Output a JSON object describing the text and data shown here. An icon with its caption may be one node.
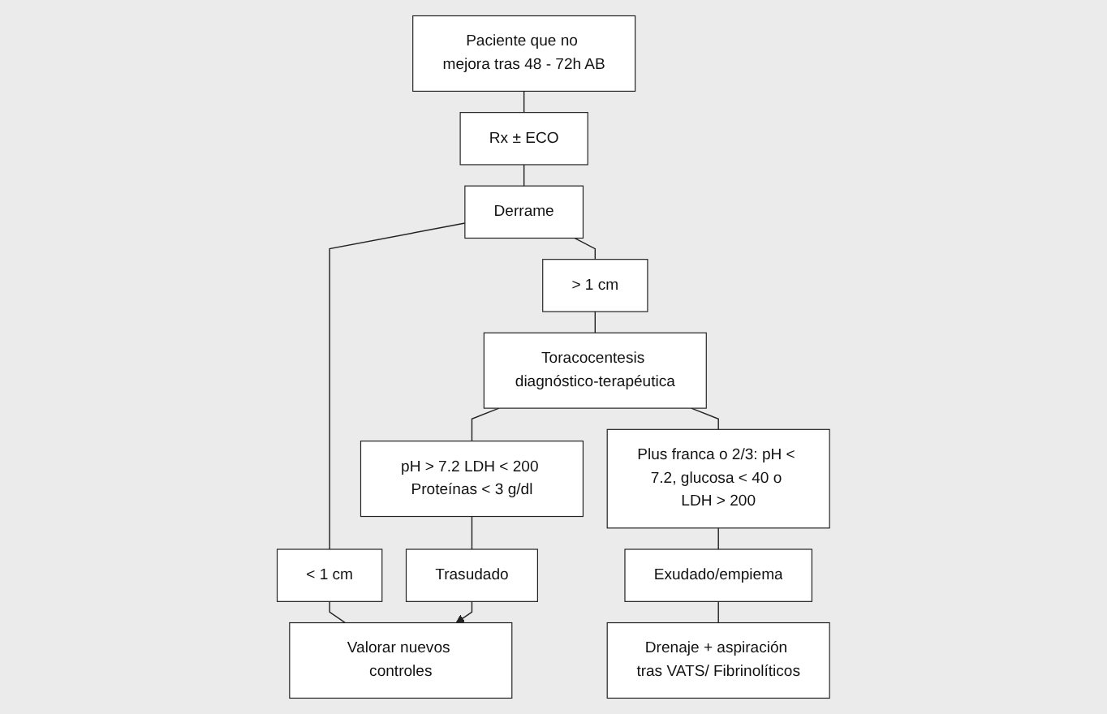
{
  "diagram": {
    "nodes": [
      {
        "text": [
          "Paciente que no mejora tras 48 - 72h AB"
        ]
      },
      {
        "text": [
          "Rx ± ECO"
        ]
      },
      {
        "text": [
          "< 1 cm"
        ]
      },
      {
        "text": [
          "Derrame"
        ]
      },
      {
        "text": [
          "> 1 cm"
        ]
      },
      {
        "text": [
          "Valorar nuevos controles"
        ]
      },
      {
        "text": [
          "Toracocentesis diagnóstico-terapéutica"
        ]
      },
      {
        "text": [
          "Trasudado"
        ]
      },
      {
        "text": [
          "pH > 7.2 LDH < 200 Proteínas < 3 g/dl"
        ]
      },
      {
        "text": [
          "Plus franca o 2/3: pH < 7.2, glucosa < 40 o LDH > 200"
        ]
      },
      {
        "text": [
          "Exudado/empiema"
        ]
      },
      {
        "text": [
          "Drenaje + aspiración tras VATS/ Fibrinolíticos"
        ]
      }
    ],
    "edges": [
      {
        "from": 0,
        "to": 1,
        "arrow": "none"
      },
      {
        "from": 1,
        "to": 3,
        "arrow": "none"
      },
      {
        "from": 3,
        "to": 2,
        "arrow": "none"
      },
      {
        "from": 3,
        "to": 4,
        "arrow": "none"
      },
      {
        "from": 2,
        "to": 5,
        "arrow": "none"
      },
      {
        "from": 4,
        "to": 6,
        "arrow": "none"
      },
      {
        "from": 6,
        "to": 8,
        "arrow": "none"
      },
      {
        "from": 6,
        "to": 9,
        "arrow": "none"
      },
      {
        "from": 8,
        "to": 7,
        "arrow": "none"
      },
      {
        "from": 7,
        "to": 5,
        "arrow": "to"
      },
      {
        "from": 9,
        "to": 10,
        "arrow": "none"
      },
      {
        "from": 10,
        "to": 11,
        "arrow": "none"
      }
    ]
  }
}
